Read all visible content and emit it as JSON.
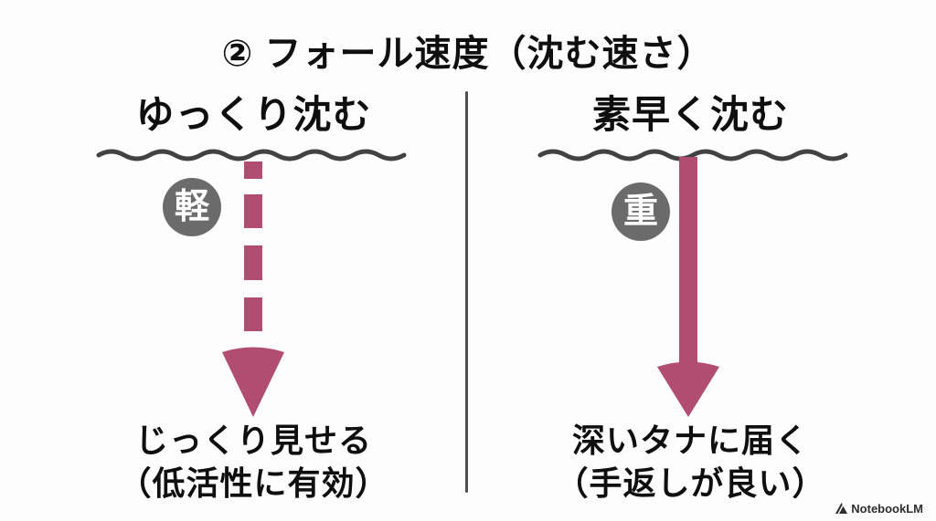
{
  "title": "② フォール速度（沈む速さ）",
  "left_panel": {
    "heading": "ゆっくり沈む",
    "weight_label": "軽",
    "arrow_style": "dashed",
    "result_line1": "じっくり見せる",
    "result_line2": "（低活性に有効）"
  },
  "right_panel": {
    "heading": "素早く沈む",
    "weight_label": "重",
    "arrow_style": "solid",
    "result_line1": "深いタナに届く",
    "result_line2": "（手返しが良い）"
  },
  "watermark": {
    "label": "NotebookLM"
  },
  "colors": {
    "arrow": "#b14d73",
    "circle": "#6b6b6b",
    "line": "#424242",
    "divider": "#4f4f4f",
    "text": "#0f0f0f",
    "watermark": "#2e2e2e"
  }
}
